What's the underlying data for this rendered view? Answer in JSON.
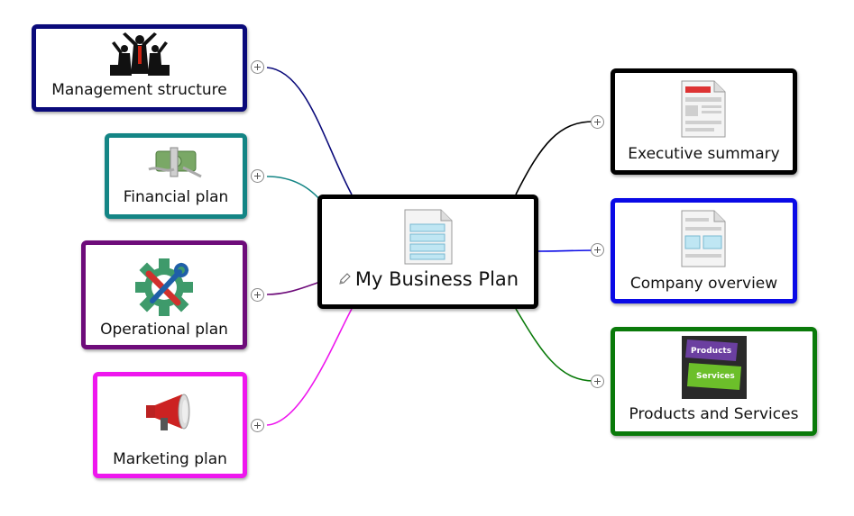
{
  "central": {
    "label": "My Business Plan",
    "border_color": "#000000",
    "icon": "document-icon",
    "edit_icon": "pencil-icon"
  },
  "topics": [
    {
      "id": "management",
      "label": "Management structure",
      "border_color": "#0a0a7a",
      "line_color": "#0a0a7a",
      "icon": "people-silhouette-icon"
    },
    {
      "id": "financial",
      "label": "Financial plan",
      "border_color": "#148585",
      "line_color": "#148585",
      "icon": "money-tape-icon"
    },
    {
      "id": "operational",
      "label": "Operational plan",
      "border_color": "#6e0c7a",
      "line_color": "#6e0c7a",
      "icon": "gear-tools-icon"
    },
    {
      "id": "marketing",
      "label": "Marketing plan",
      "border_color": "#ee17ee",
      "line_color": "#ee17ee",
      "icon": "megaphone-icon"
    },
    {
      "id": "executive",
      "label": "Executive summary",
      "border_color": "#000000",
      "line_color": "#000000",
      "icon": "report-document-icon"
    },
    {
      "id": "company",
      "label": "Company overview",
      "border_color": "#0a0ae6",
      "line_color": "#0a0ae6",
      "icon": "overview-document-icon"
    },
    {
      "id": "products",
      "label": "Products and Services",
      "border_color": "#0a7a0a",
      "line_color": "#0a7a0a",
      "icon": "products-keys-icon"
    }
  ],
  "icon_text": {
    "products_key": "Products",
    "services_key": "Services"
  }
}
